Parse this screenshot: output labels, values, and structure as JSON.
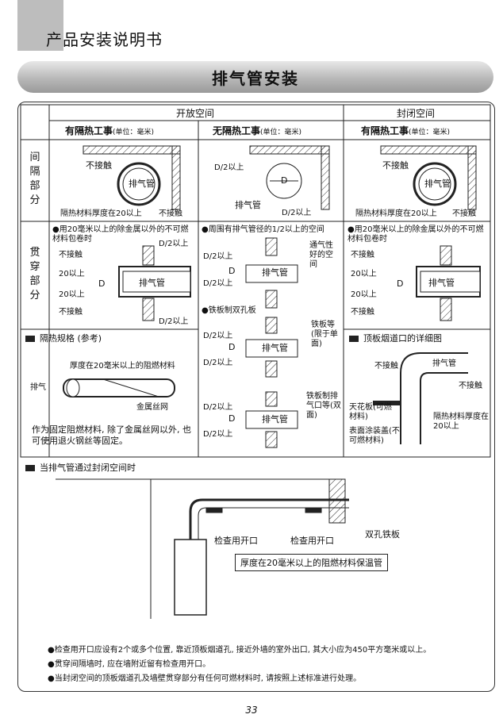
{
  "header": {
    "doc_title": "产品安装说明书",
    "banner": "排气管安装"
  },
  "table": {
    "col_groups": [
      "开放空间",
      "封闭空间"
    ],
    "col_heads": [
      {
        "title": "有隔热工事",
        "unit": "(单位：毫米)"
      },
      {
        "title": "无隔热工事",
        "unit": "(单位：毫米)"
      },
      {
        "title": "有隔热工事",
        "unit": "(单位：毫米)"
      }
    ],
    "row1": "间隔部分",
    "row2": "贯穿部分"
  },
  "labels": {
    "no_contact": "不接触",
    "exhaust_pipe": "排气管",
    "insulation_thickness": "隔热材料厚度在20以上",
    "d_half": "D/2以上",
    "d": "D",
    "over20": "20以上",
    "metal_note": "●用20毫米以上的除金属以外的不可燃材料包卷时",
    "around_note": "●周围有排气管径的1/2以上的空间",
    "vent": "通气性好的空间",
    "double_plate": "●铁板制双孔板",
    "plate_limit": "铁板等(限于单面)",
    "plate_port": "铁板制排气口等(双面)",
    "ceiling": "天花板(可燃材料)",
    "surface_coat": "表面涂装盖(不可燃材料)",
    "insulation_thick2": "隔热材料厚度在20以上"
  },
  "spec": {
    "title": "隔热规格 (参考)",
    "thick": "厚度在20毫米以上的阻燃材料",
    "exhaust": "排气",
    "wire": "金属丝网",
    "note": "作为固定阻燃材料, 除了金属丝网以外, 也可使用退火钢丝等固定。"
  },
  "flue": {
    "title": "顶板烟道口的详细图"
  },
  "closed": {
    "title": "当排气管通过封闭空间时",
    "inspect1": "检查用开口",
    "inspect2": "检查用开口",
    "plate": "双孔铁板",
    "box": "厚度在20毫米以上的阻燃材料保温管"
  },
  "notes": [
    "●检查用开口应设有2个或多个位置, 靠近顶板烟道孔, 接近外墙的室外出口, 其大小应为450平方毫米或以上。",
    "●贯穿间隔墙时, 应在墙附近留有检查用开口。",
    "●当封闭空间的顶板烟道孔及墙壁贯穿部分有任何可燃材料时, 请按照上述标准进行处理。"
  ],
  "page_number": "33"
}
